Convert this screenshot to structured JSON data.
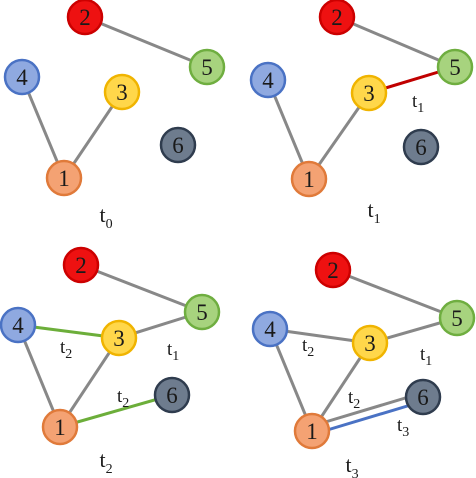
{
  "colors": {
    "node_1": "#f4a273",
    "node_1_stroke": "#e07a3a",
    "node_2": "#ee1111",
    "node_2_stroke": "#cc0000",
    "node_3": "#ffd74a",
    "node_3_stroke": "#f0b400",
    "node_4": "#8fa9e0",
    "node_4_stroke": "#4a72c4",
    "node_5": "#a7d37e",
    "node_5_stroke": "#6fae40",
    "node_6": "#6e7c8e",
    "node_6_stroke": "#2f3c4e",
    "edge_default": "#888888",
    "edge_t1": "#c00000",
    "edge_t2": "#6cae3a",
    "edge_t3": "#4a72c4"
  },
  "panels": [
    {
      "caption": {
        "base": "t",
        "sub": "0"
      },
      "nodes": [
        "1",
        "2",
        "3",
        "4",
        "5",
        "6"
      ],
      "edge_labels": []
    },
    {
      "caption": {
        "base": "t",
        "sub": "1"
      },
      "nodes": [
        "1",
        "2",
        "3",
        "4",
        "5",
        "6"
      ],
      "edge_labels": [
        {
          "base": "t",
          "sub": "1"
        }
      ]
    },
    {
      "caption": {
        "base": "t",
        "sub": "2"
      },
      "nodes": [
        "1",
        "2",
        "3",
        "4",
        "5",
        "6"
      ],
      "edge_labels": [
        {
          "base": "t",
          "sub": "2"
        },
        {
          "base": "t",
          "sub": "1"
        },
        {
          "base": "t",
          "sub": "2"
        }
      ]
    },
    {
      "caption": {
        "base": "t",
        "sub": "3"
      },
      "nodes": [
        "1",
        "2",
        "3",
        "4",
        "5",
        "6"
      ],
      "edge_labels": [
        {
          "base": "t",
          "sub": "2"
        },
        {
          "base": "t",
          "sub": "1"
        },
        {
          "base": "t",
          "sub": "2"
        },
        {
          "base": "t",
          "sub": "3"
        }
      ]
    }
  ]
}
